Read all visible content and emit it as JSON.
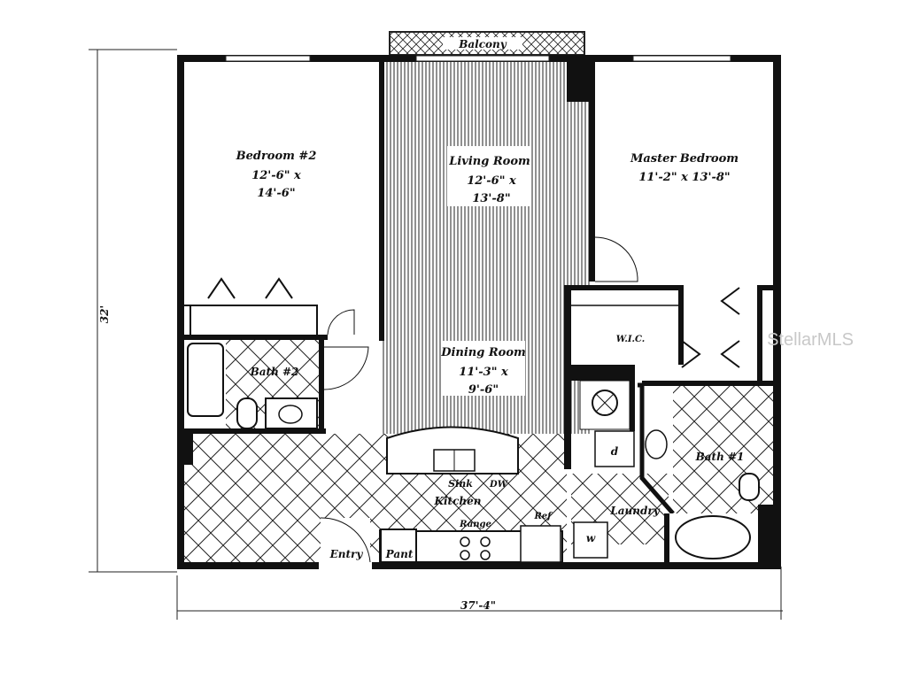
{
  "rooms": {
    "balcony": "Balcony",
    "bedroom2": {
      "name": "Bedroom #2",
      "dim1": "12'-6\" x",
      "dim2": "14'-6\""
    },
    "living": {
      "name": "Living Room",
      "dim1": "12'-6\" x",
      "dim2": "13'-8\""
    },
    "master": {
      "name": "Master Bedroom",
      "dim1": "11'-2\" x 13'-8\""
    },
    "dining": {
      "name": "Dining Room",
      "dim1": "11'-3\" x",
      "dim2": "9'-6\""
    },
    "bath2": "Bath #2",
    "bath1": "Bath #1",
    "wic": "W.I.C.",
    "kitchen": "Kitchen",
    "laundry": "Laundry",
    "entry": "Entry",
    "pantry": "Pant",
    "sink": "Sink",
    "dw": "DW",
    "range": "Range",
    "ref": "Ref",
    "dryer": "d",
    "washer": "w"
  },
  "dimensions": {
    "height": "32'",
    "width": "37'-4\""
  },
  "watermark": "StellarMLS"
}
